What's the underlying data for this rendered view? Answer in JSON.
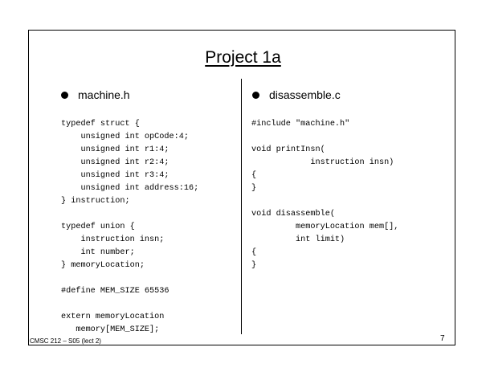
{
  "slide": {
    "title": "Project 1a",
    "footer": "CMSC 212 – S05 (lect 2)",
    "page_number": "7"
  },
  "left_column": {
    "heading": "machine.h",
    "code_lines": [
      "typedef struct {",
      "    unsigned int opCode:4;",
      "    unsigned int r1:4;",
      "    unsigned int r2:4;",
      "    unsigned int r3:4;",
      "    unsigned int address:16;",
      "} instruction;",
      "",
      "typedef union {",
      "    instruction insn;",
      "    int number;",
      "} memoryLocation;",
      "",
      "#define MEM_SIZE 65536",
      "",
      "extern memoryLocation",
      "   memory[MEM_SIZE];"
    ]
  },
  "right_column": {
    "heading": "disassemble.c",
    "code_lines": [
      "#include \"machine.h\"",
      "",
      "void printInsn(",
      "            instruction insn)",
      "{",
      "}",
      "",
      "void disassemble(",
      "         memoryLocation mem[],",
      "         int limit)",
      "{",
      "}"
    ]
  }
}
